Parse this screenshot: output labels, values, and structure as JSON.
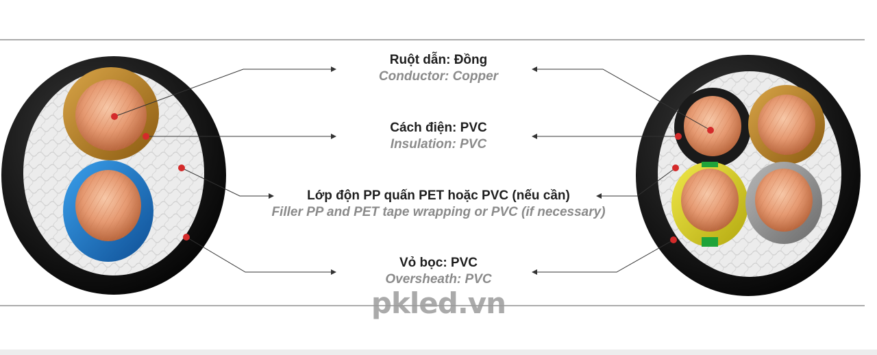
{
  "labels": [
    {
      "vi": "Ruột dẫn: Đồng",
      "en": "Conductor: Copper"
    },
    {
      "vi": "Cách điện: PVC",
      "en": "Insulation: PVC"
    },
    {
      "vi": "Lớp độn PP quấn PET hoặc PVC (nếu cần)",
      "en": "Filler PP and PET tape wrapping or PVC (if necessary)"
    },
    {
      "vi": "Vỏ bọc: PVC",
      "en": "Oversheath: PVC"
    }
  ],
  "watermark": "pkled.vn",
  "colors": {
    "sheath": "#141414",
    "filler": "#e6e6e6",
    "copper": "#e9a07a",
    "insulation_brown": "#b07a1c",
    "insulation_blue": "#1e78c8",
    "insulation_black": "#1c1c1c",
    "insulation_yellow_green": "#d8d020",
    "insulation_grey": "#8c8c8c",
    "pointer_dot": "#d42a2a",
    "leader_line": "#333333"
  },
  "icons": [
    "two-core-cable-section-icon",
    "four-core-cable-section-icon"
  ]
}
